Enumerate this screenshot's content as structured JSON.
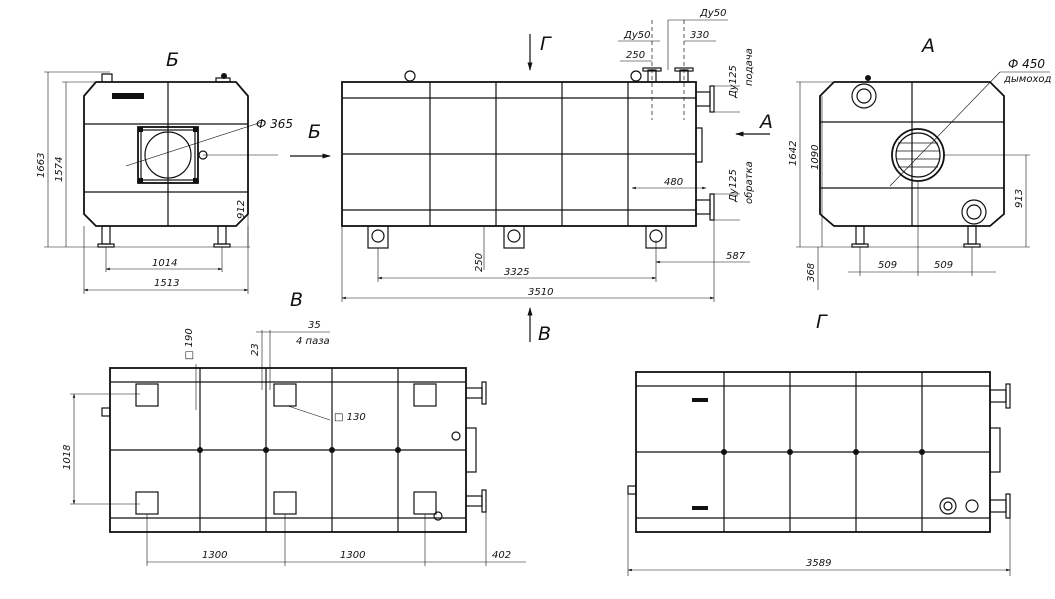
{
  "views": {
    "B_view_letter": "Б",
    "A_view_letter": "А",
    "V_view_letter": "В",
    "G_view_letter": "Г"
  },
  "dimensions": {
    "front": {
      "h_total": "1663",
      "h_body": "1574",
      "diameter": "Ф 365",
      "h_axis": "912",
      "w_feet": "1014",
      "w_total": "1513"
    },
    "side": {
      "du50_top": "Ду50",
      "du50_left": "Ду50",
      "d250": "250",
      "d330": "330",
      "du125_supply": "Ду125",
      "supply_label": "подача",
      "du125_return": "Ду125",
      "return_label": "обратка",
      "d480": "480",
      "d587": "587",
      "d250_low": "250",
      "d3325": "3325",
      "d3510": "3510"
    },
    "rear": {
      "diameter": "Ф 450",
      "flue_label": "дымоход",
      "h1642": "1642",
      "h1090": "1090",
      "h913": "913",
      "h368": "368",
      "w509a": "509",
      "w509b": "509"
    },
    "plan": {
      "sq190": "□ 190",
      "d23": "23",
      "d35": "35",
      "slots": "4 паза",
      "sq130": "□ 130",
      "d1018": "1018",
      "d1300a": "1300",
      "d1300b": "1300",
      "d402": "402"
    },
    "top": {
      "d3589": "3589"
    }
  }
}
